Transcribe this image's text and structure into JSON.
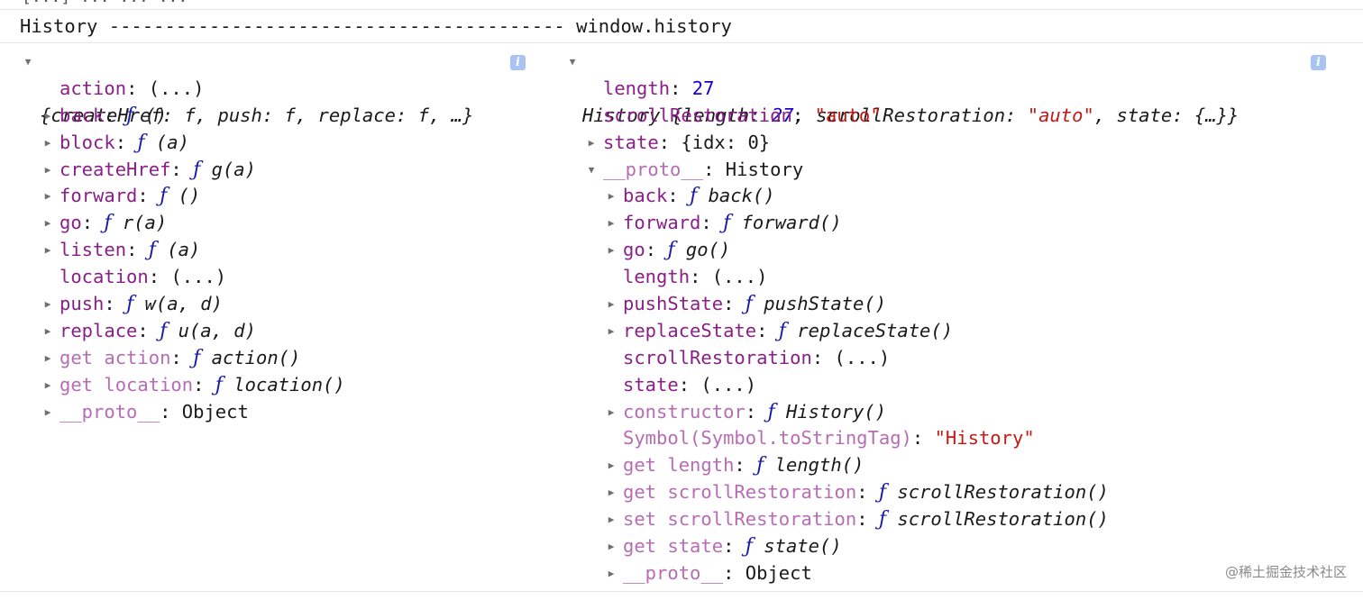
{
  "top_strip": "[...] ... ... ...",
  "header": {
    "text": "History ----------------------------------------- window.history"
  },
  "left": {
    "summary": "{createHref: f, push: f, replace: f, …}",
    "rows": [
      {
        "key": "action",
        "dim": false,
        "expandable": false,
        "value": "(...)",
        "vtype": "plain"
      },
      {
        "key": "back",
        "dim": false,
        "expandable": true,
        "fn": "ƒ",
        "sig": "()"
      },
      {
        "key": "block",
        "dim": false,
        "expandable": true,
        "fn": "ƒ",
        "sig": "(a)"
      },
      {
        "key": "createHref",
        "dim": false,
        "expandable": true,
        "fn": "ƒ",
        "sig": "g(a)"
      },
      {
        "key": "forward",
        "dim": false,
        "expandable": true,
        "fn": "ƒ",
        "sig": "()"
      },
      {
        "key": "go",
        "dim": false,
        "expandable": true,
        "fn": "ƒ",
        "sig": "r(a)"
      },
      {
        "key": "listen",
        "dim": false,
        "expandable": true,
        "fn": "ƒ",
        "sig": "(a)"
      },
      {
        "key": "location",
        "dim": false,
        "expandable": false,
        "value": "(...)",
        "vtype": "plain"
      },
      {
        "key": "push",
        "dim": false,
        "expandable": true,
        "fn": "ƒ",
        "sig": "w(a, d)"
      },
      {
        "key": "replace",
        "dim": false,
        "expandable": true,
        "fn": "ƒ",
        "sig": "u(a, d)"
      },
      {
        "key": "get action",
        "dim": true,
        "expandable": true,
        "fn": "ƒ",
        "sig": "action()"
      },
      {
        "key": "get location",
        "dim": true,
        "expandable": true,
        "fn": "ƒ",
        "sig": "location()"
      },
      {
        "key": "__proto__",
        "dim": true,
        "expandable": true,
        "value": "Object",
        "vtype": "plain"
      }
    ]
  },
  "right": {
    "summary_name": "History",
    "summary_parts": [
      {
        "t": " {",
        "c": "it"
      },
      {
        "t": "length",
        "c": "it"
      },
      {
        "t": ": ",
        "c": "it"
      },
      {
        "t": "27",
        "c": "num it"
      },
      {
        "t": ", ",
        "c": "it"
      },
      {
        "t": "scrollRestoration",
        "c": "it"
      },
      {
        "t": ": ",
        "c": "it"
      },
      {
        "t": "\"auto\"",
        "c": "str it"
      },
      {
        "t": ", ",
        "c": "it"
      },
      {
        "t": "state",
        "c": "it"
      },
      {
        "t": ": {…}}",
        "c": "it"
      }
    ],
    "rows": [
      {
        "indent": 1,
        "key": "length",
        "dim": false,
        "expandable": false,
        "value": "27",
        "vtype": "num"
      },
      {
        "indent": 1,
        "key": "scrollRestoration",
        "dim": false,
        "expandable": false,
        "value": "\"auto\"",
        "vtype": "str"
      },
      {
        "indent": 1,
        "key": "state",
        "dim": false,
        "expandable": true,
        "value": "{idx: 0}",
        "vtype": "obj"
      },
      {
        "indent": 1,
        "key": "__proto__",
        "dim": true,
        "expandable": true,
        "expanded": true,
        "value": "History",
        "vtype": "plain"
      },
      {
        "indent": 2,
        "key": "back",
        "dim": false,
        "expandable": true,
        "fn": "ƒ",
        "sig": "back()"
      },
      {
        "indent": 2,
        "key": "forward",
        "dim": false,
        "expandable": true,
        "fn": "ƒ",
        "sig": "forward()"
      },
      {
        "indent": 2,
        "key": "go",
        "dim": false,
        "expandable": true,
        "fn": "ƒ",
        "sig": "go()"
      },
      {
        "indent": 2,
        "key": "length",
        "dim": false,
        "expandable": false,
        "value": "(...)",
        "vtype": "plain"
      },
      {
        "indent": 2,
        "key": "pushState",
        "dim": false,
        "expandable": true,
        "fn": "ƒ",
        "sig": "pushState()"
      },
      {
        "indent": 2,
        "key": "replaceState",
        "dim": false,
        "expandable": true,
        "fn": "ƒ",
        "sig": "replaceState()"
      },
      {
        "indent": 2,
        "key": "scrollRestoration",
        "dim": false,
        "expandable": false,
        "value": "(...)",
        "vtype": "plain"
      },
      {
        "indent": 2,
        "key": "state",
        "dim": false,
        "expandable": false,
        "value": "(...)",
        "vtype": "plain"
      },
      {
        "indent": 2,
        "key": "constructor",
        "dim": true,
        "expandable": true,
        "fn": "ƒ",
        "sig": "History()"
      },
      {
        "indent": 2,
        "key": "Symbol(Symbol.toStringTag)",
        "dim": true,
        "expandable": false,
        "value": "\"History\"",
        "vtype": "str"
      },
      {
        "indent": 2,
        "key": "get length",
        "dim": true,
        "expandable": true,
        "fn": "ƒ",
        "sig": "length()"
      },
      {
        "indent": 2,
        "key": "get scrollRestoration",
        "dim": true,
        "expandable": true,
        "fn": "ƒ",
        "sig": "scrollRestoration()"
      },
      {
        "indent": 2,
        "key": "set scrollRestoration",
        "dim": true,
        "expandable": true,
        "fn": "ƒ",
        "sig": "scrollRestoration()"
      },
      {
        "indent": 2,
        "key": "get state",
        "dim": true,
        "expandable": true,
        "fn": "ƒ",
        "sig": "state()"
      },
      {
        "indent": 2,
        "key": "__proto__",
        "dim": true,
        "expandable": true,
        "value": "Object",
        "vtype": "plain"
      }
    ]
  },
  "info_glyph": "i",
  "watermark": "@稀土掘金技术社区",
  "colors": {
    "key": "#8a1f88",
    "key_dim": "#b76cb4",
    "fn": "#1a1aa6",
    "string": "#c41a16",
    "number": "#1c00cf"
  }
}
